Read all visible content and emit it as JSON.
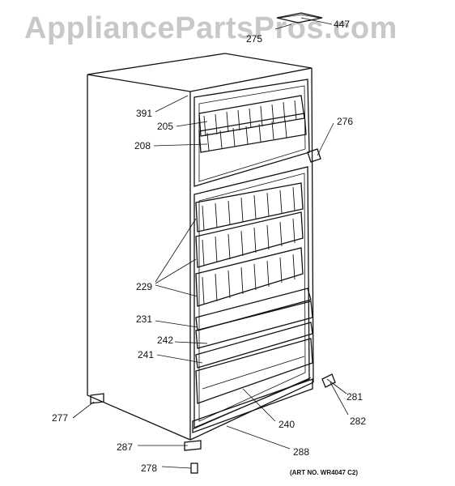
{
  "watermark": "AppliancePartsPros.com",
  "art_number": "(ART NO. WR4047 C2)",
  "callouts": {
    "c447": "447",
    "c275": "275",
    "c391": "391",
    "c205": "205",
    "c208": "208",
    "c276": "276",
    "c229": "229",
    "c231": "231",
    "c242": "242",
    "c241": "241",
    "c277": "277",
    "c281": "281",
    "c282": "282",
    "c240": "240",
    "c287": "287",
    "c288": "288",
    "c278": "278"
  }
}
